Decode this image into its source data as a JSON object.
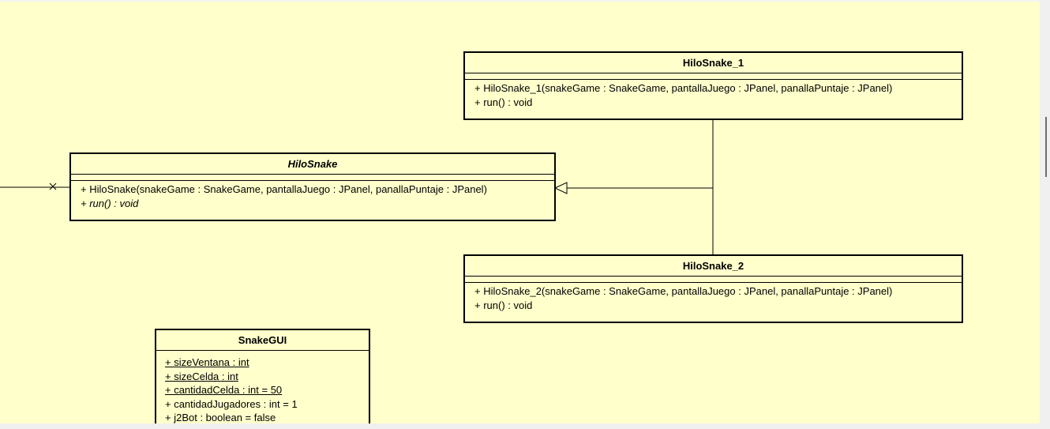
{
  "classes": {
    "hilo_snake_1": {
      "name": "HiloSnake_1",
      "ops": [
        "+ HiloSnake_1(snakeGame : SnakeGame, pantallaJuego : JPanel, panallaPuntaje : JPanel)",
        "+ run() : void"
      ]
    },
    "hilo_snake": {
      "name": "HiloSnake",
      "ops": [
        "+ HiloSnake(snakeGame : SnakeGame, pantallaJuego : JPanel, panallaPuntaje : JPanel)",
        "+ run() : void"
      ]
    },
    "hilo_snake_2": {
      "name": "HiloSnake_2",
      "ops": [
        "+ HiloSnake_2(snakeGame : SnakeGame, pantallaJuego : JPanel, panallaPuntaje : JPanel)",
        "+ run() : void"
      ]
    },
    "snake_gui": {
      "name": "SnakeGUI",
      "attrs": [
        "+ sizeVentana : int",
        "+ sizeCelda : int",
        "+ cantidadCelda : int = 50",
        "+ cantidadJugadores : int = 1",
        "+ j2Bot : boolean = false"
      ]
    }
  },
  "colors": {
    "canvas_background": "#ffffcc",
    "stroke": "#000000"
  }
}
